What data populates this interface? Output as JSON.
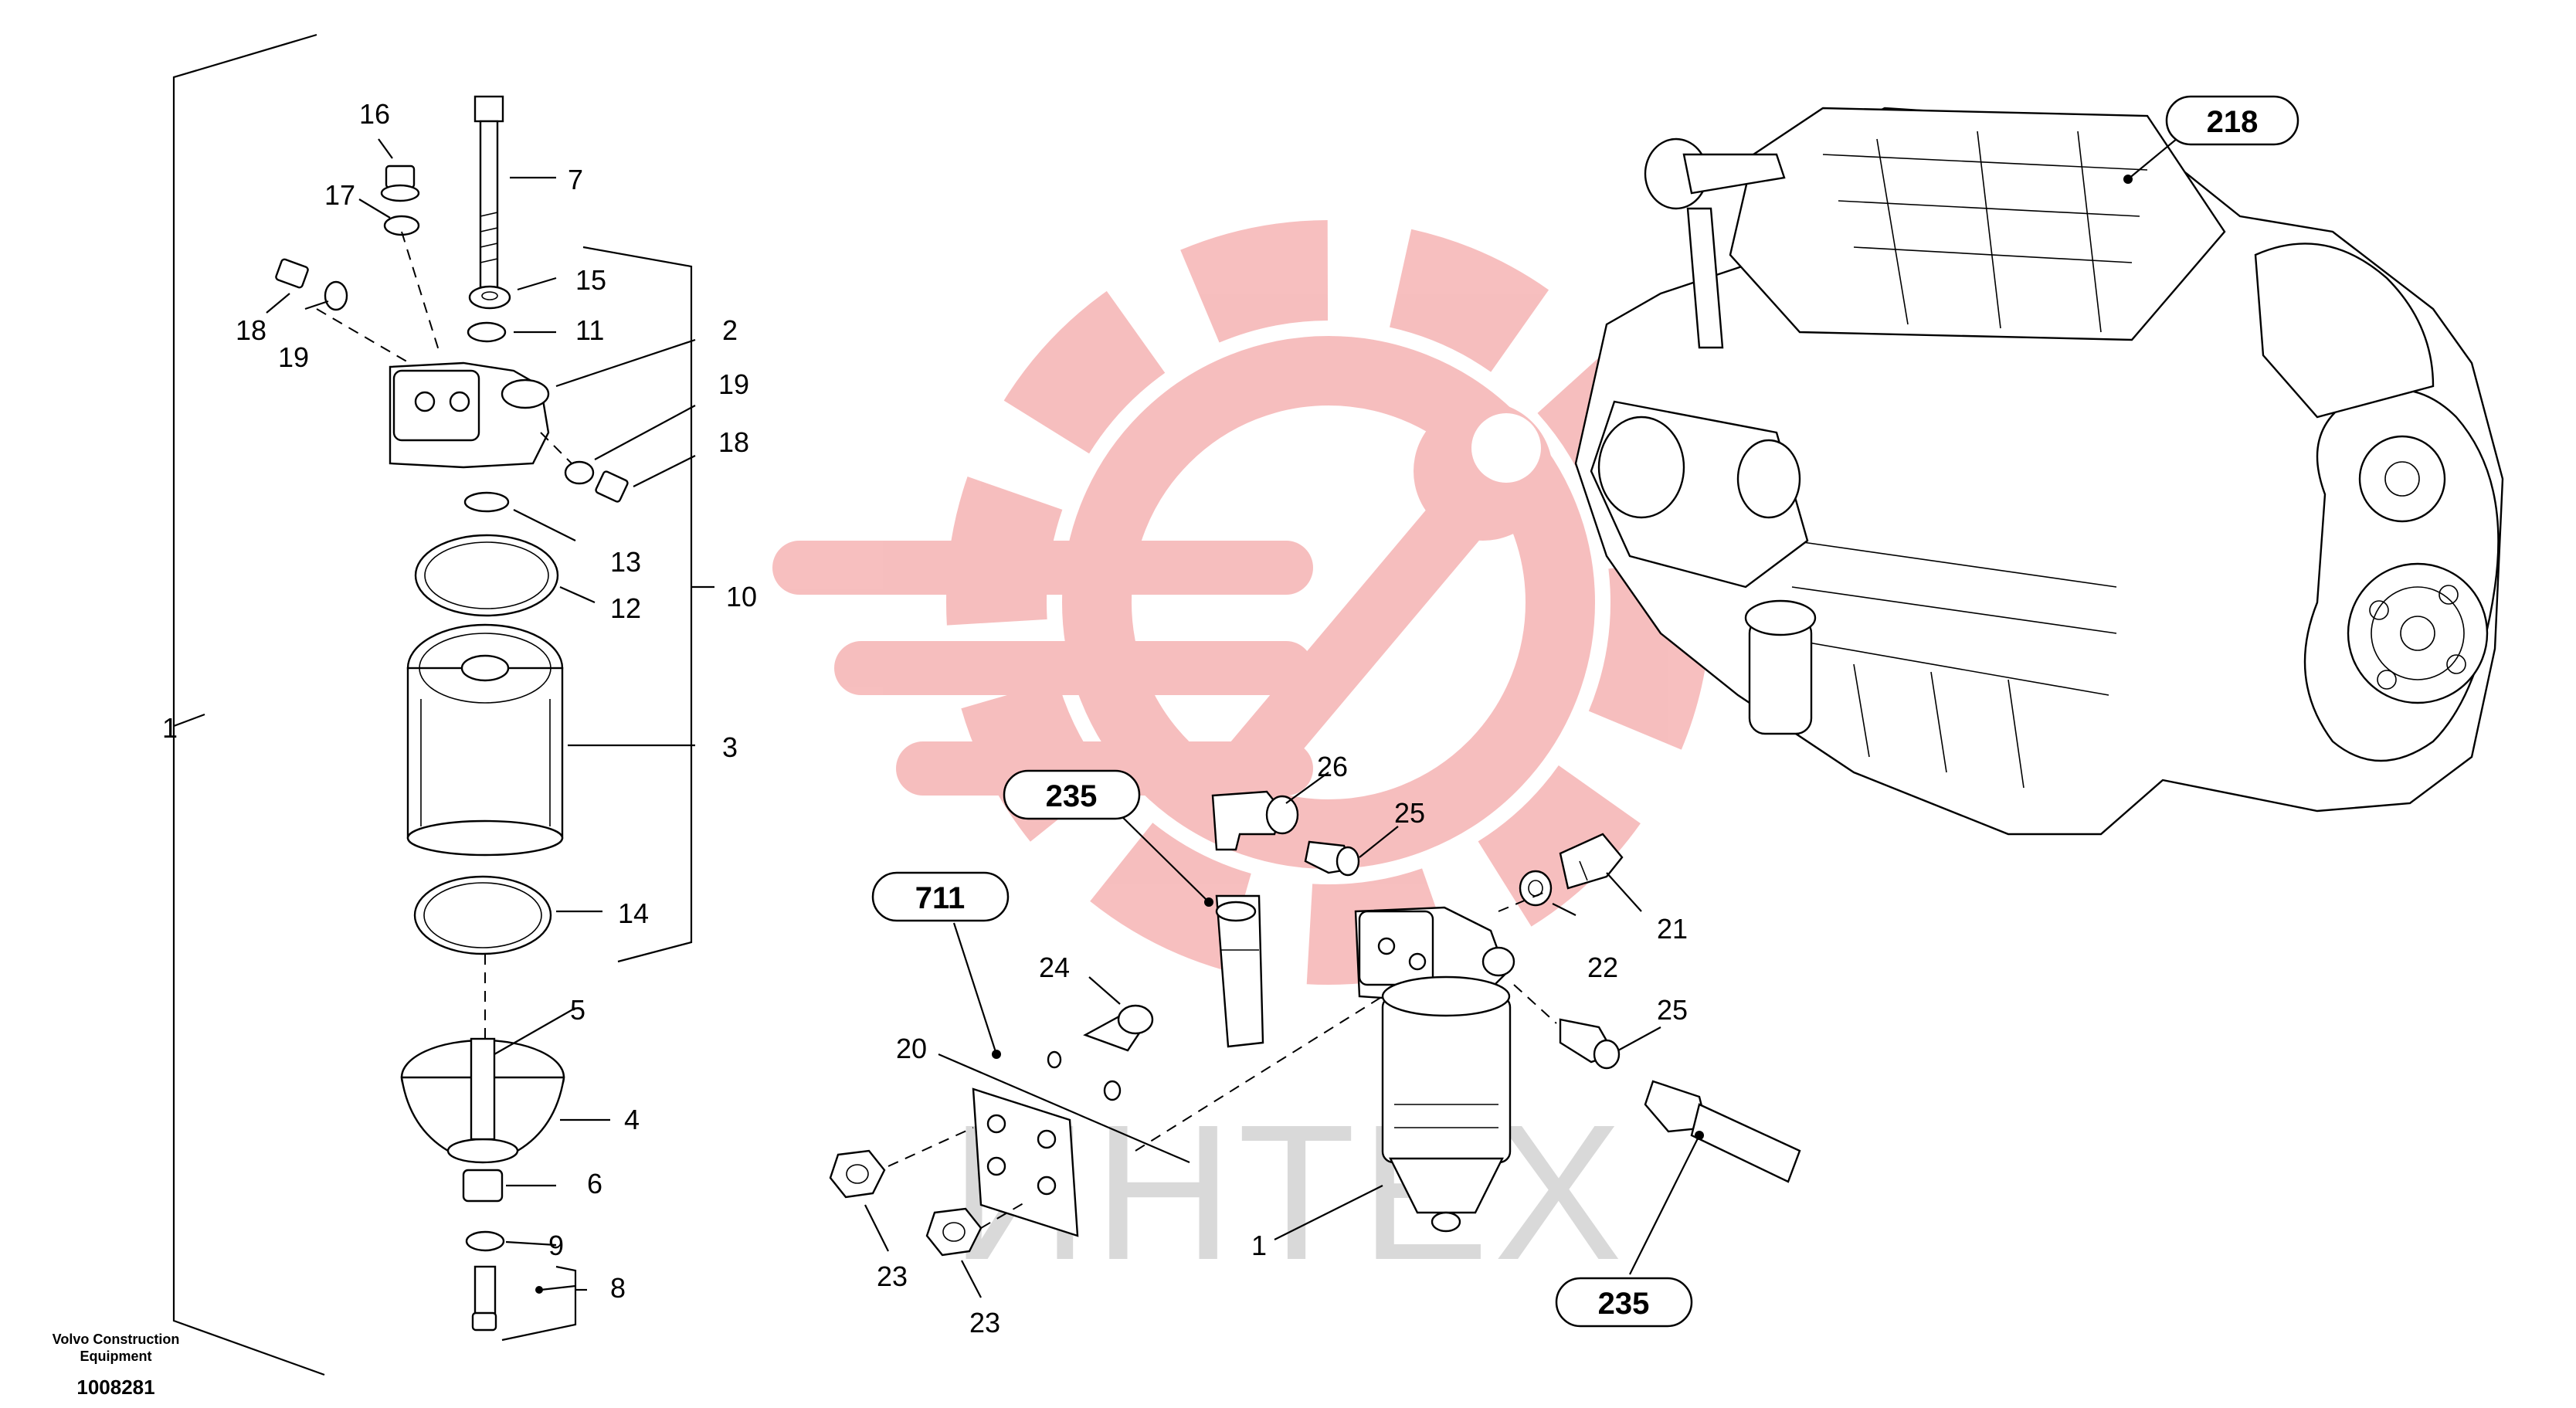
{
  "watermark": {
    "text": "ИНТЕХ",
    "logo": "gear-wrench-logo",
    "color": "#f08a8a"
  },
  "footer": {
    "brand_line1": "Volvo Construction",
    "brand_line2": "Equipment",
    "drawing_id": "1008281"
  },
  "references": {
    "engine": "218",
    "hose_top": "235",
    "bracket": "711",
    "hose_bottom": "235"
  },
  "labels": {
    "l1": "1",
    "l2": "2",
    "l3": "3",
    "l4": "4",
    "l5": "5",
    "l6": "6",
    "l7": "7",
    "l8": "8",
    "l9": "9",
    "l10": "10",
    "l11": "11",
    "l12": "12",
    "l13": "13",
    "l14": "14",
    "l15": "15",
    "l16": "16",
    "l17": "17",
    "l18a": "18",
    "l18b": "18",
    "l19a": "19",
    "l19b": "19",
    "r1": "1",
    "r20": "20",
    "r21": "21",
    "r22": "22",
    "r23a": "23",
    "r23b": "23",
    "r24": "24",
    "r25a": "25",
    "r25b": "25",
    "r26": "26"
  }
}
